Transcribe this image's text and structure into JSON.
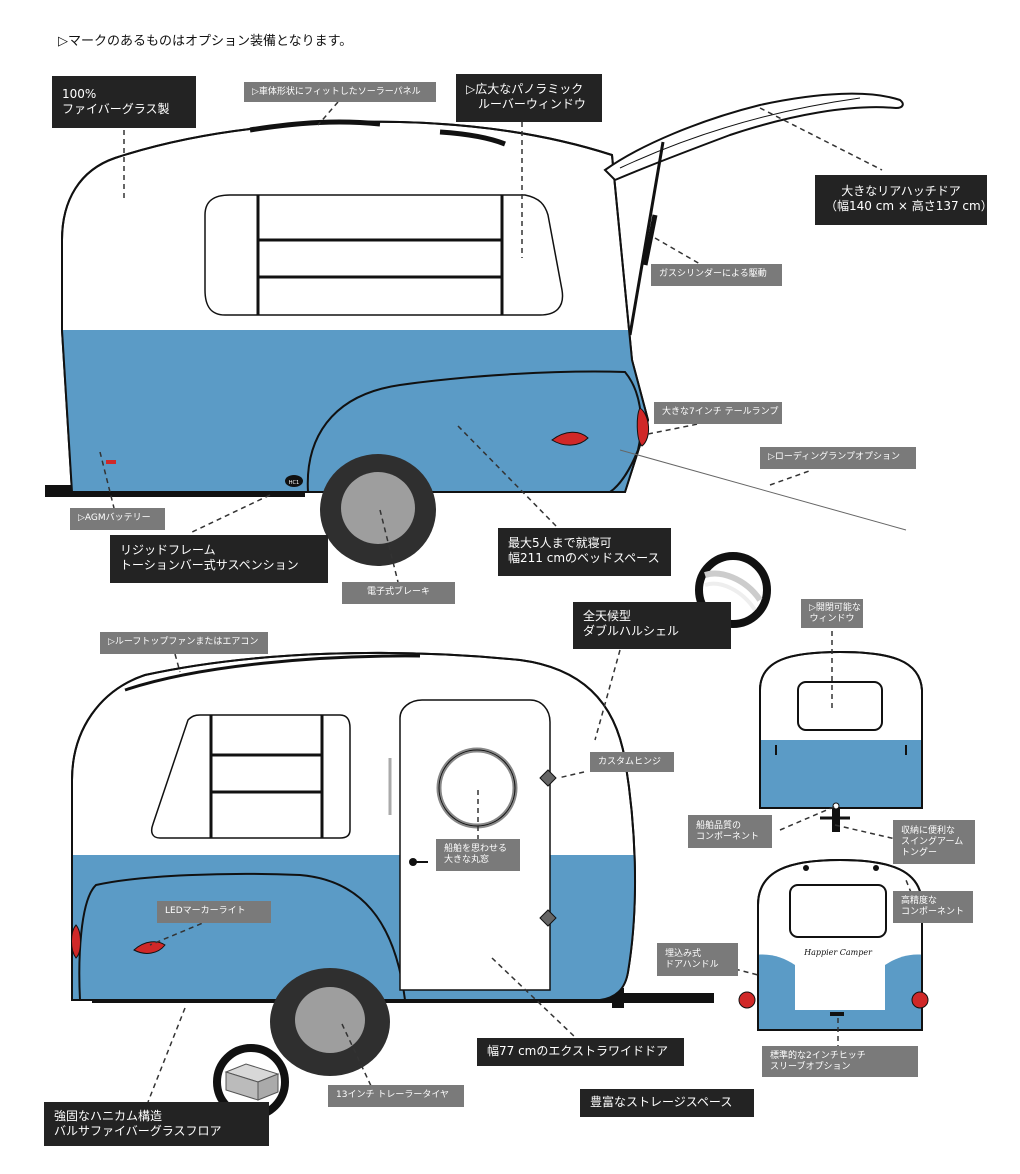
{
  "header_note": "▷マークのあるものはオプション装備となります。",
  "logo_text": "Happier Camper",
  "badge_text": "HC1",
  "colors": {
    "body_blue": "#5b9bc6",
    "shell_white": "#ffffff",
    "outline": "#111111",
    "label_dark": "#232323",
    "label_gray": "#7a7a7a",
    "lamp_red": "#d02828",
    "tire": "#2f2f2f",
    "hub": "#9e9e9e"
  },
  "labels": {
    "fiberglass": "100%\nファイバーグラス製",
    "solar_panel": "▷車体形状にフィットしたソーラーパネル",
    "panoramic_window": "▷広大なパノラミック\n　ルーバーウィンドウ",
    "rear_hatch": "大きなリアハッチドア\n（幅140 cm × 高さ137 cm）",
    "gas_cylinder": "ガスシリンダーによる駆動",
    "tail_lamp": "大きな7インチ テールランプ",
    "loading_lamp": "▷ローディングランプオプション",
    "agm_battery": "▷AGMバッテリー",
    "rigid_frame": "リジッドフレーム\nトーションバー式サスペンション",
    "beds": "最大5人まで就寝可\n幅211 cmのベッドスペース",
    "electric_brake": "電子式ブレーキ",
    "double_hull": "全天候型\nダブルハルシェル",
    "roof_fan": "▷ルーフトップファンまたはエアコン",
    "opening_window": "▷開閉可能な\nウィンドウ",
    "custom_hinge": "カスタムヒンジ",
    "marine_components": "船舶品質の\nコンポーネント",
    "porthole": "船舶を思わせる\n大きな丸窓",
    "swing_tongue": "収納に便利な\nスイングアーム\nトングー",
    "precision_components": "高精度な\nコンポーネント",
    "led_marker": "LEDマーカーライト",
    "door_handle": "埋込み式\nドアハンドル",
    "wide_door": "幅77 cmのエクストラワイドドア",
    "trailer_tire": "13インチ トレーラータイヤ",
    "hitch": "標準的な2インチヒッチ\nスリーブオプション",
    "honeycomb_floor": "強固なハニカム構造\nバルサファイバーグラスフロア",
    "storage": "豊富なストレージスペース"
  }
}
